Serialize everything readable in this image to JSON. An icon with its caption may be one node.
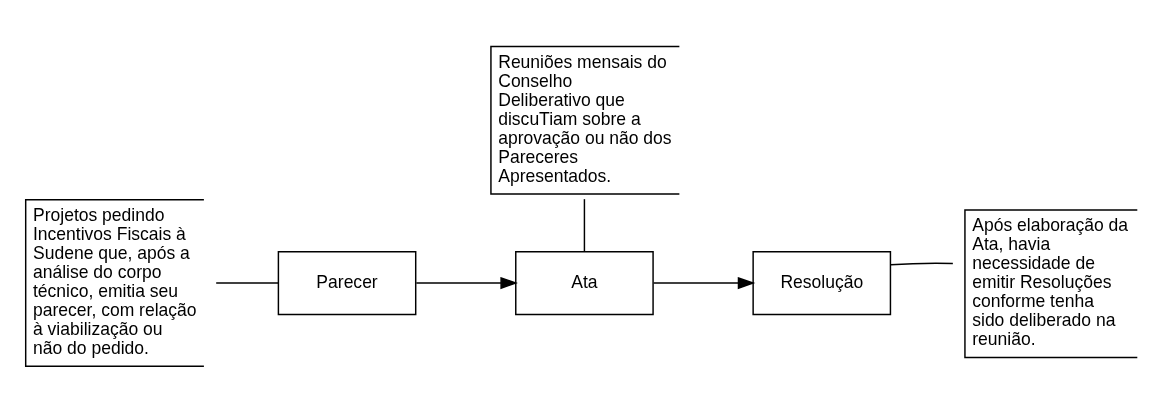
{
  "diagram": {
    "nodes": [
      {
        "text": [
          "Parecer"
        ]
      },
      {
        "text": [
          "Ata"
        ]
      },
      {
        "text": [
          "Resolução"
        ]
      },
      {
        "text": [
          "Projetos pedindo Incentivos Fiscais à Sudene que, após a análise do corpo técnico, emitia seu parecer, com relação à viabilização ou não do pedido."
        ]
      },
      {
        "text": [
          "Reuniões mensais do Conselho Deliberativo que discuTiam sobre a aprovação ou não dos Pareceres Apresentados."
        ]
      },
      {
        "text": [
          "Após elaboração da Ata, havia necessidade de emitir Resoluções conforme tenha sido deliberado na reunião."
        ]
      }
    ],
    "edges": [
      {
        "from": 0,
        "to": 1,
        "arrow": "to"
      },
      {
        "from": 1,
        "to": 2,
        "arrow": "to"
      },
      {
        "from": 3,
        "to": 0,
        "arrow": "none"
      },
      {
        "from": 4,
        "to": 1,
        "arrow": "none"
      },
      {
        "from": 5,
        "to": 2,
        "arrow": "none"
      }
    ]
  }
}
